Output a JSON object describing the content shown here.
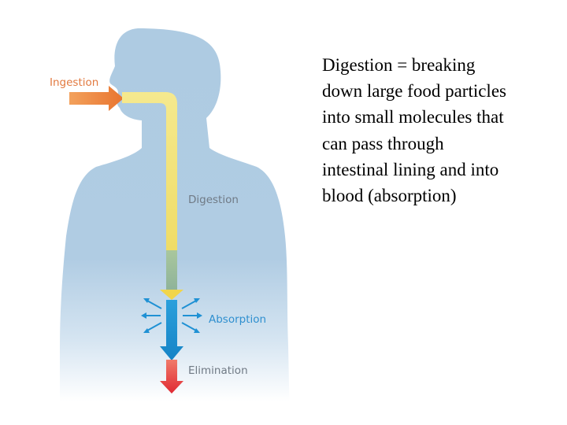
{
  "diagram": {
    "labels": {
      "ingestion": "Ingestion",
      "digestion": "Digestion",
      "absorption": "Absorption",
      "elimination": "Elimination"
    },
    "colors": {
      "body": "#aecbe2",
      "ingestion_label": "#e2793f",
      "ingestion_arrow": "#ee8a47",
      "tract_yellow": "#f2e27a",
      "tract_green": "#9fbf9a",
      "absorption_blue": "#1c93d6",
      "elimination_red": "#e8453c",
      "label_text": "#707a85",
      "absorption_label": "#2f8fcf"
    }
  },
  "caption": {
    "text": "Digestion = breaking\ndown large food particles\ninto small molecules that\ncan pass through\nintestinal lining and into\nblood (absorption)"
  }
}
